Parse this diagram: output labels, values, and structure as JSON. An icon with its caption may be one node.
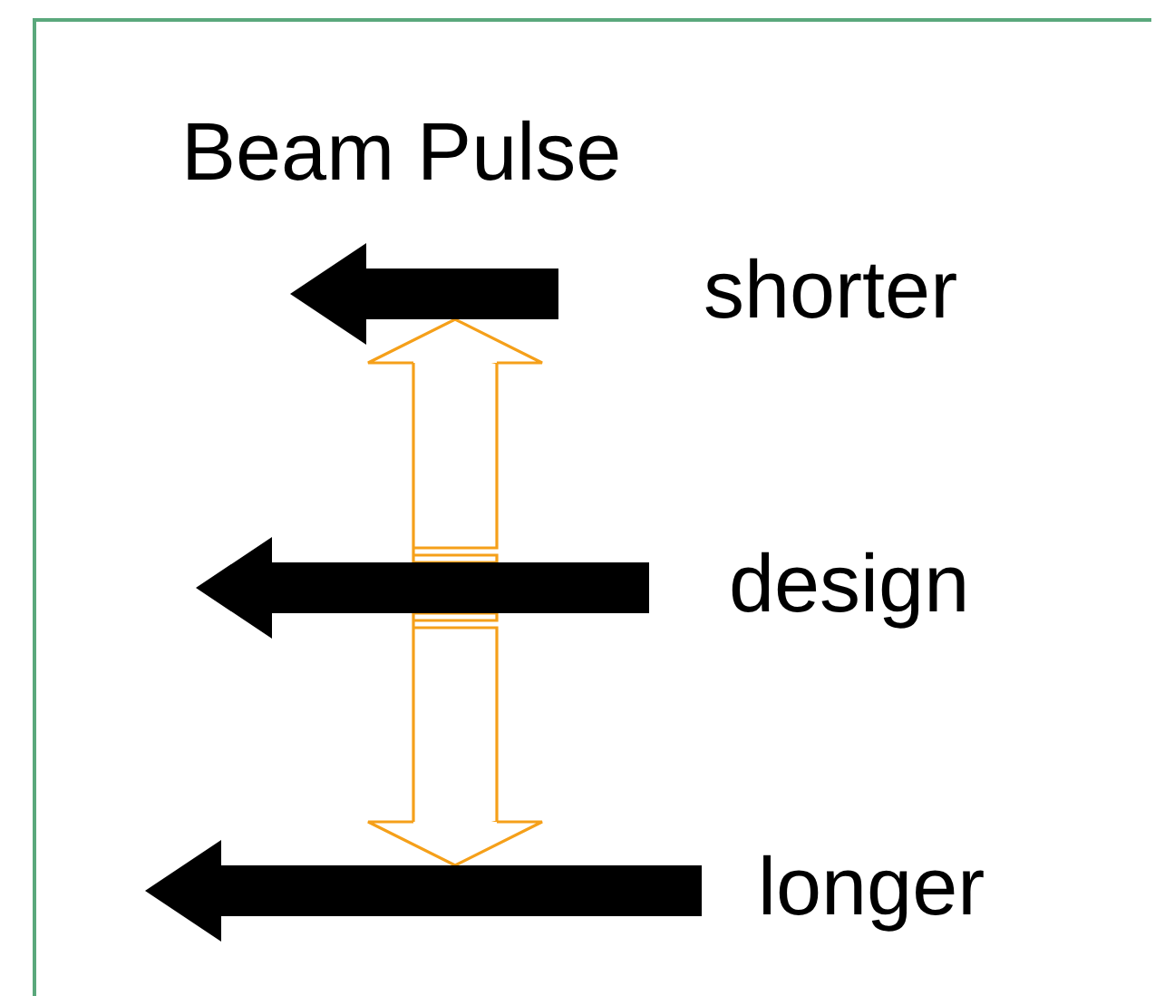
{
  "diagram": {
    "title": "Beam Pulse",
    "nodes": [
      {
        "text": [],
        "shape": "arrow",
        "beside": [
          "shorter"
        ]
      },
      {
        "text": [],
        "shape": "arrow",
        "beside": [
          "design"
        ]
      },
      {
        "text": [],
        "shape": "arrow",
        "beside": [
          "longer"
        ]
      }
    ],
    "edges": [
      {
        "from": 1,
        "to": 0,
        "arrow": "to"
      },
      {
        "from": 1,
        "to": 2,
        "arrow": "to"
      }
    ]
  }
}
